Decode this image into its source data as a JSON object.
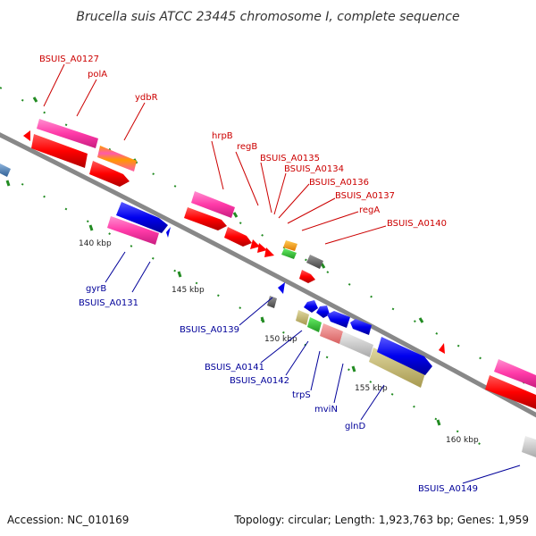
{
  "title": "Brucella suis ATCC 23445 chromosome I, complete sequence",
  "footer": {
    "accession": "Accession: NC_010169",
    "summary": "Topology: circular; Length: 1,923,763 bp; Genes: 1,959"
  },
  "colors": {
    "forward_label": "#cc0000",
    "reverse_label": "#000099",
    "backbone": "#888888",
    "tick": "#228b22",
    "cds_red": "#ff0000",
    "cds_magenta": "#ff3aa8",
    "cds_blue": "#0000ee",
    "cds_gray": "#666666",
    "cds_lightgray": "#cccccc",
    "cds_khaki": "#c8be78",
    "cds_green": "#33cc33",
    "cds_orange": "#ff9900",
    "cds_salmon": "#f08080",
    "cds_steelblue": "#4d7fb3"
  },
  "ticks": [
    "140 kbp",
    "145 kbp",
    "150 kbp",
    "155 kbp",
    "160 kbp"
  ],
  "forward_labels": [
    "BSUIS_A0127",
    "polA",
    "ydbR",
    "hrpB",
    "regB",
    "BSUIS_A0135",
    "BSUIS_A0134",
    "BSUIS_A0136",
    "BSUIS_A0137",
    "regA",
    "BSUIS_A0140"
  ],
  "reverse_labels": [
    "gyrB",
    "BSUIS_A0131",
    "BSUIS_A0139",
    "BSUIS_A0141",
    "BSUIS_A0142",
    "trpS",
    "mviN",
    "glnD",
    "BSUIS_A0149"
  ]
}
